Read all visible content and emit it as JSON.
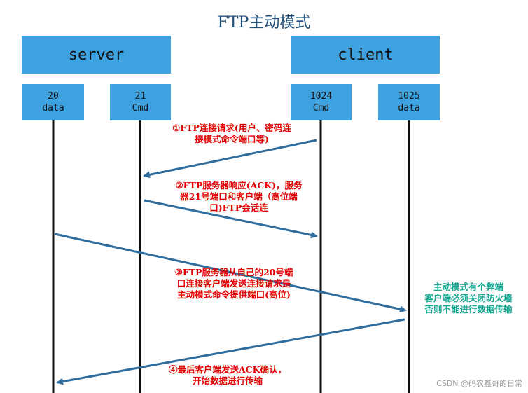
{
  "title": "FTP主动模式",
  "roles": {
    "server": "server",
    "client": "client"
  },
  "ports": [
    {
      "number": "20",
      "type": "data"
    },
    {
      "number": "21",
      "type": "Cmd"
    },
    {
      "number": "1024",
      "type": "Cmd"
    },
    {
      "number": "1025",
      "type": "data"
    }
  ],
  "steps": [
    {
      "lines": [
        "①FTP连接请求(用户、密码连",
        "接模式命令端口等)"
      ]
    },
    {
      "lines": [
        "②FTP服务器响应(ACK)，服务",
        "器21号端口和客户端（高位端",
        "口)FTP会话连"
      ]
    },
    {
      "lines": [
        "③FTP服务器从自己的20号端",
        "口连接客户端发送连接请求是",
        "主动模式命令提供端口(高位)"
      ]
    },
    {
      "lines": [
        "④最后客户端发送ACK确认，",
        "开始数据进行传输"
      ]
    }
  ],
  "remark": {
    "lines": [
      "主动模式有个弊端",
      "客户端必须关闭防火墙",
      "否则不能进行数据传输"
    ]
  },
  "watermark": "CSDN @码农鑫哥的日常",
  "colors": {
    "box": "#3fa2e0",
    "arrow": "#2e6d9e",
    "lifeline": "#111111",
    "step_text": "#e00000",
    "remark_text": "#11a58e",
    "title": "#1f4e79"
  }
}
